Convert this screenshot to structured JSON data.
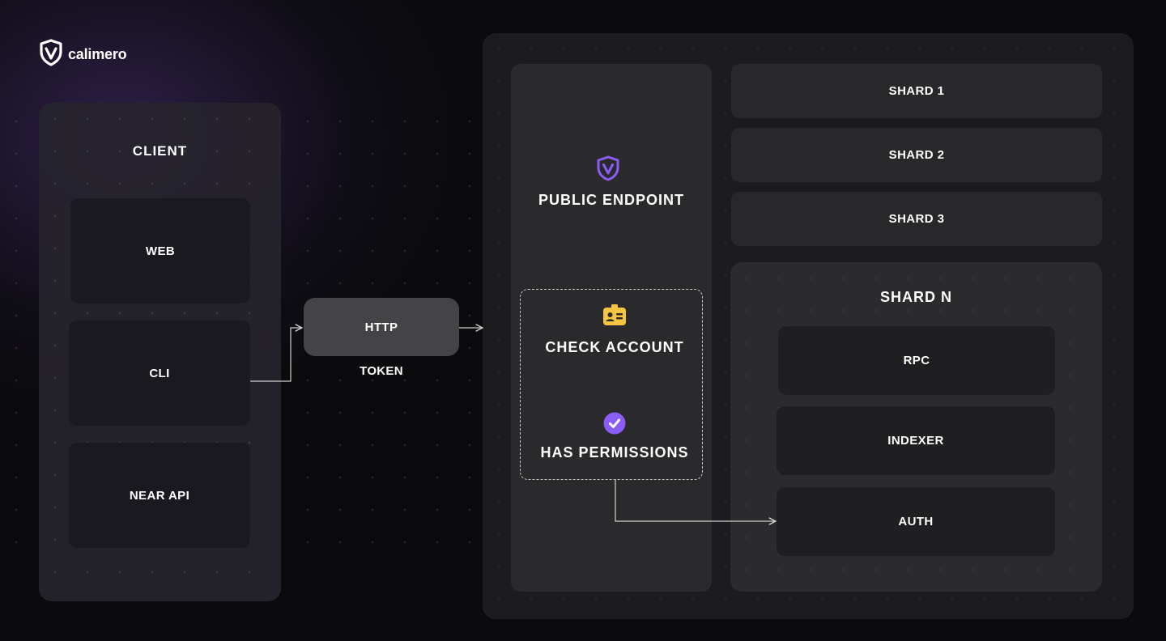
{
  "brand": {
    "name": "calimero",
    "logo_icon": "shield-logo-icon"
  },
  "client": {
    "title": "CLIENT",
    "items": [
      "WEB",
      "CLI",
      "NEAR API"
    ]
  },
  "transport": {
    "label": "HTTP",
    "sublabel": "TOKEN"
  },
  "endpoint": {
    "title": "PUBLIC ENDPOINT",
    "icon": "shield-icon",
    "checks": [
      {
        "label": "CHECK ACCOUNT",
        "icon": "id-card-icon",
        "color": "#f5c542"
      },
      {
        "label": "HAS PERMISSIONS",
        "icon": "check-circle-icon",
        "color": "#8b5cf6"
      }
    ]
  },
  "shards": [
    "SHARD 1",
    "SHARD 2",
    "SHARD 3"
  ],
  "shard_n": {
    "title": "SHARD N",
    "items": [
      "RPC",
      "INDEXER",
      "AUTH"
    ]
  },
  "colors": {
    "accent": "#8b5cf6",
    "background": "#0b0b0d"
  }
}
